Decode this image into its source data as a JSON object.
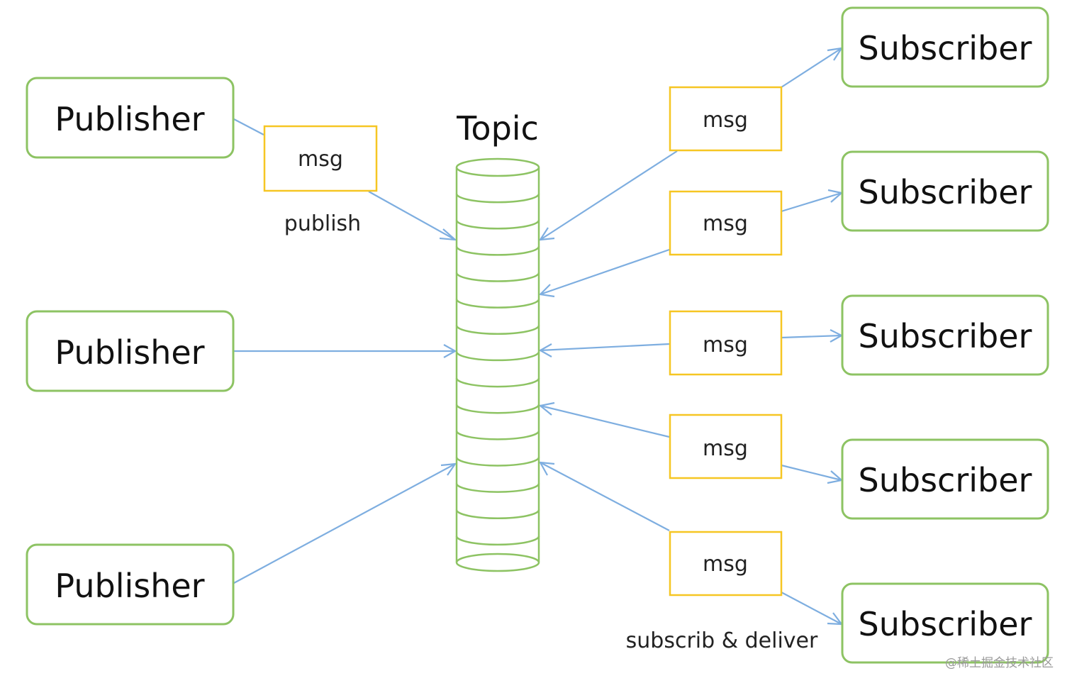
{
  "topic": {
    "label": "Topic"
  },
  "publishers": [
    {
      "label": "Publisher"
    },
    {
      "label": "Publisher"
    },
    {
      "label": "Publisher"
    }
  ],
  "subscribers": [
    {
      "label": "Subscriber"
    },
    {
      "label": "Subscriber"
    },
    {
      "label": "Subscriber"
    },
    {
      "label": "Subscriber"
    },
    {
      "label": "Subscriber"
    }
  ],
  "publish_msg": {
    "label": "msg"
  },
  "deliver_msgs": [
    {
      "label": "msg"
    },
    {
      "label": "msg"
    },
    {
      "label": "msg"
    },
    {
      "label": "msg"
    },
    {
      "label": "msg"
    }
  ],
  "labels": {
    "publish": "publish",
    "subscribe_deliver": "subscrib & deliver"
  },
  "watermark": "@稀土掘金技术社区",
  "colors": {
    "node_border": "#8dc363",
    "msg_border": "#f6c623",
    "arrow": "#7eaee0"
  }
}
